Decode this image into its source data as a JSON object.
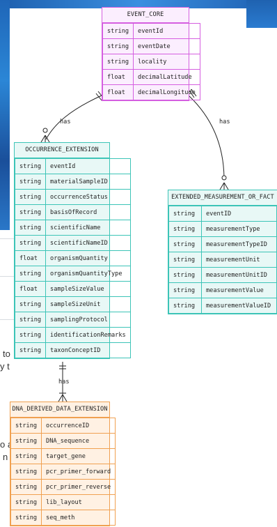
{
  "background": {
    "fragments": [
      "to",
      "y t",
      "o a",
      "n"
    ]
  },
  "colors": {
    "event_core": "#d55ee0",
    "occurrence": "#3cc4b7",
    "emof": "#3cc4b7",
    "dna": "#f0a050"
  },
  "entities": {
    "event_core": {
      "title": "EVENT_CORE",
      "rows": [
        {
          "type": "string",
          "name": "eventId"
        },
        {
          "type": "string",
          "name": "eventDate"
        },
        {
          "type": "string",
          "name": "locality"
        },
        {
          "type": "float",
          "name": "decimalLatitude"
        },
        {
          "type": "float",
          "name": "decimalLongitude"
        }
      ]
    },
    "occurrence_extension": {
      "title": "OCCURRENCE_EXTENSION",
      "rows": [
        {
          "type": "string",
          "name": "eventId"
        },
        {
          "type": "string",
          "name": "materialSampleID"
        },
        {
          "type": "string",
          "name": "occurrenceStatus"
        },
        {
          "type": "string",
          "name": "basisOfRecord"
        },
        {
          "type": "string",
          "name": "scientificName"
        },
        {
          "type": "string",
          "name": "scientificNameID"
        },
        {
          "type": "float",
          "name": "organismQuantity"
        },
        {
          "type": "string",
          "name": "organismQuantityType"
        },
        {
          "type": "float",
          "name": "sampleSizeValue"
        },
        {
          "type": "string",
          "name": "sampleSizeUnit"
        },
        {
          "type": "string",
          "name": "samplingProtocol"
        },
        {
          "type": "string",
          "name": "identificationRemarks"
        },
        {
          "type": "string",
          "name": "taxonConceptID"
        }
      ]
    },
    "extended_measurement_or_fact": {
      "title": "EXTENDED_MEASUREMENT_OR_FACT",
      "rows": [
        {
          "type": "string",
          "name": "eventID"
        },
        {
          "type": "string",
          "name": "measurementType"
        },
        {
          "type": "string",
          "name": "measurementTypeID"
        },
        {
          "type": "string",
          "name": "measurementUnit"
        },
        {
          "type": "string",
          "name": "measurementUnitID"
        },
        {
          "type": "string",
          "name": "measurementValue"
        },
        {
          "type": "string",
          "name": "measurementValueID"
        }
      ]
    },
    "dna_derived_data_extension": {
      "title": "DNA_DERIVED_DATA_EXTENSION",
      "rows": [
        {
          "type": "string",
          "name": "occurrenceID"
        },
        {
          "type": "string",
          "name": "DNA_sequence"
        },
        {
          "type": "string",
          "name": "target_gene"
        },
        {
          "type": "string",
          "name": "pcr_primer_forward"
        },
        {
          "type": "string",
          "name": "pcr_primer_reverse"
        },
        {
          "type": "string",
          "name": "lib_layout"
        },
        {
          "type": "string",
          "name": "seq_meth"
        }
      ]
    }
  },
  "relationships": [
    {
      "from": "EVENT_CORE",
      "to": "OCCURRENCE_EXTENSION",
      "label": "has"
    },
    {
      "from": "EVENT_CORE",
      "to": "EXTENDED_MEASUREMENT_OR_FACT",
      "label": "has"
    },
    {
      "from": "OCCURRENCE_EXTENSION",
      "to": "DNA_DERIVED_DATA_EXTENSION",
      "label": "has"
    }
  ]
}
